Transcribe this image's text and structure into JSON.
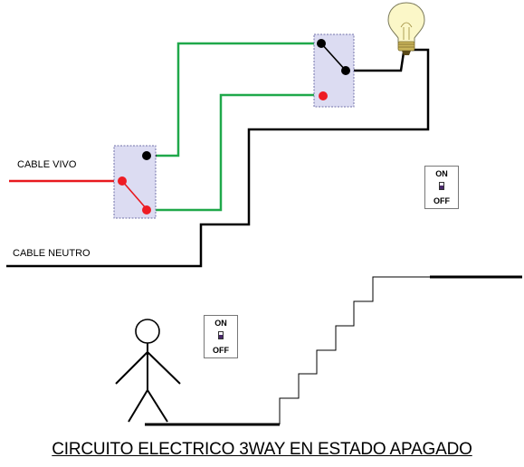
{
  "labels": {
    "live_cable": "CABLE VIVO",
    "neutral_cable": "CABLE NEUTRO"
  },
  "caption": "CIRCUITO ELECTRICO 3WAY  EN ESTADO APAGADO",
  "switch_state_indicator": {
    "on": "ON",
    "off": "OFF"
  },
  "colors": {
    "live_wire": "#e8191e",
    "traveler_wire": "#1fa84a",
    "neutral_wire": "#000000",
    "switch_plate": "#dcdcf2",
    "switch_border": "#7070a8",
    "terminal_live": "#ee1c24",
    "terminal_common": "#000000",
    "bulb_glass": "#fbf7c8",
    "bulb_base": "#c9b45a"
  },
  "icons": [
    "light-bulb-icon",
    "stick-figure-icon",
    "staircase-icon",
    "switch-toggle-icon"
  ]
}
